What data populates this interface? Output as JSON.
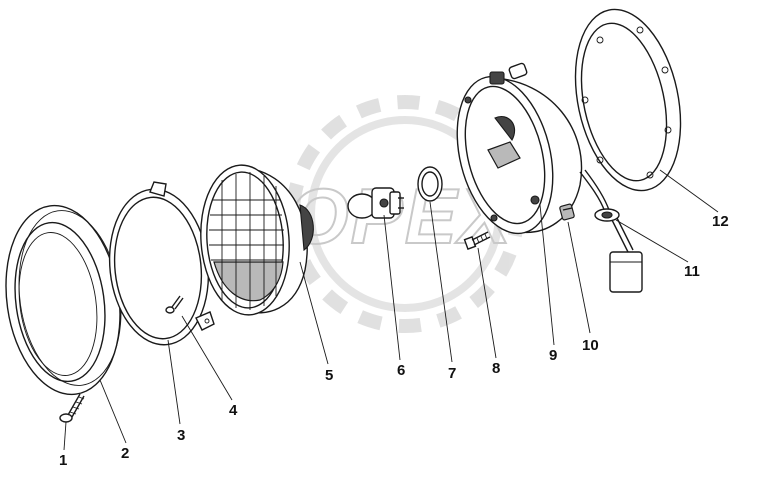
{
  "diagram": {
    "callouts": [
      "1",
      "2",
      "3",
      "4",
      "5",
      "6",
      "7",
      "8",
      "9",
      "10",
      "11",
      "12"
    ],
    "watermark": "OPEX"
  }
}
